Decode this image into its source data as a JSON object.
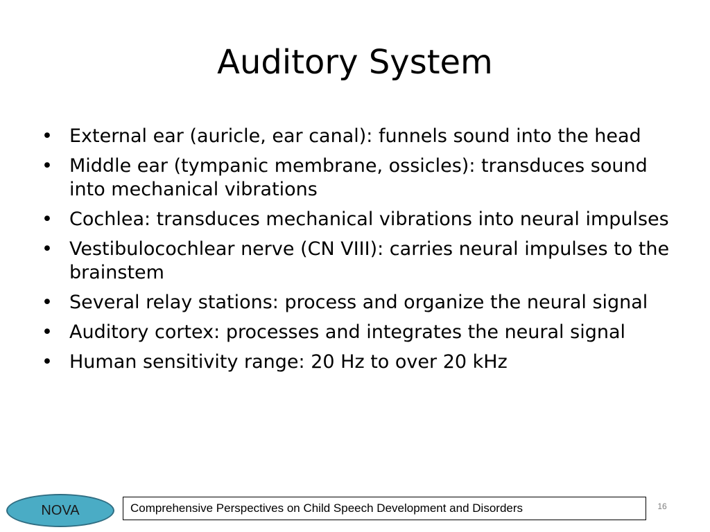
{
  "slide": {
    "title": "Auditory System",
    "bullets": [
      "External ear (auricle, ear canal): funnels sound into the head",
      "Middle ear (tympanic membrane, ossicles): transduces sound into mechanical vibrations",
      "Cochlea: transduces mechanical vibrations into neural impulses",
      "Vestibulocochlear nerve (CN VIII): carries neural impulses to the brainstem",
      "Several relay stations: process and organize the neural signal",
      "Auditory cortex: processes and integrates the neural signal",
      "Human sensitivity range: 20 Hz to over 20 kHz"
    ],
    "bullet_glyph": "•"
  },
  "footer": {
    "badge_label": "NOVA",
    "book_title": "Comprehensive Perspectives on Child Speech Development and Disorders",
    "slide_number": "16"
  },
  "colors": {
    "badge_fill": "#4aacc5",
    "badge_border": "#2f6d82",
    "slide_number": "#7f7f7f"
  }
}
